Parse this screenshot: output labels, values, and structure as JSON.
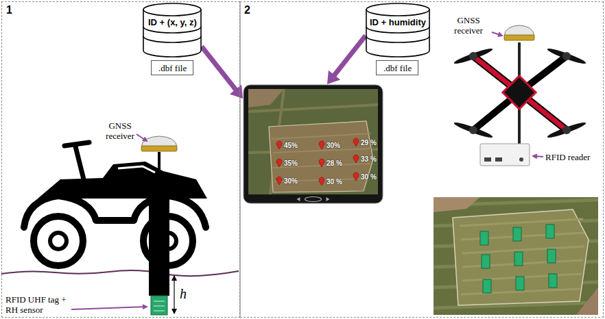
{
  "diagram": {
    "nodes": [
      {
        "text": [
          "1"
        ]
      },
      {
        "text": [
          "ID + (x, y, z)"
        ],
        "in": 0
      },
      {
        "text": [
          ".dbf file"
        ],
        "in": 0
      },
      {
        "text": [
          "2"
        ]
      },
      {
        "text": [
          "45%",
          "30%",
          "29 %",
          "35%",
          "28 %",
          "33 %",
          "30%",
          "30 %",
          "30 %"
        ],
        "in": 3
      },
      {
        "text": [
          "ID + humidity"
        ],
        "in": 3
      },
      {
        "text": [
          ".dbf file"
        ],
        "in": 3
      }
    ],
    "edges": [
      {
        "from": 1,
        "to": 4,
        "arrow": "to"
      },
      {
        "from": 5,
        "to": 4,
        "arrow": "to"
      }
    ],
    "labels": [
      "GNSS receiver",
      "RFID UHF tag + RH sensor",
      "h",
      "GNSS receiver",
      "RFID reader"
    ]
  }
}
